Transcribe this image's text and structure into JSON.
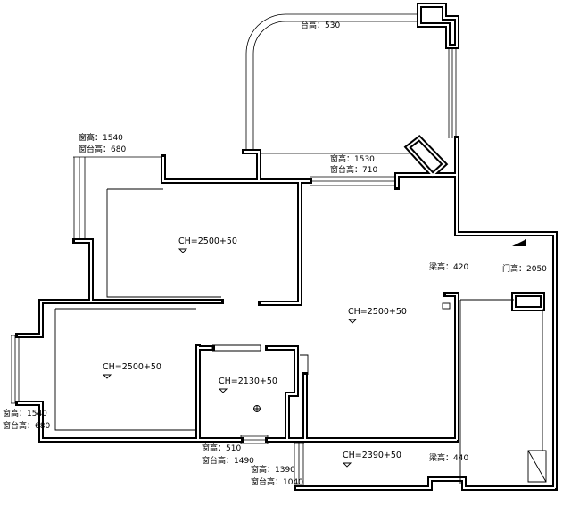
{
  "balcony": {
    "sill_height": "台高：530"
  },
  "windows": {
    "upper_left": {
      "height": "窗高：1540",
      "sill_height": "窗台高：680"
    },
    "upper_center": {
      "height": "窗高：1530",
      "sill_height": "窗台高：710"
    },
    "lower_left": {
      "height": "窗高：1540",
      "sill_height": "窗台高：680"
    },
    "bottom_small": {
      "height": "窗高：510",
      "sill_height": "窗台高：1490"
    },
    "bottom_room": {
      "height": "窗高：1390",
      "sill_height": "窗台高：1040"
    }
  },
  "rooms": {
    "upper_left": {
      "ceiling_height": "CH=2500+50"
    },
    "center": {
      "ceiling_height": "CH=2500+50"
    },
    "lower_left": {
      "ceiling_height": "CH=2500+50"
    },
    "bathroom": {
      "ceiling_height": "CH=2130+50"
    },
    "bottom": {
      "ceiling_height": "CH=2390+50"
    }
  },
  "beams": {
    "center_right": "梁高：420",
    "bottom_right": "梁高：440"
  },
  "doors": {
    "right_room": "门高：2050"
  }
}
